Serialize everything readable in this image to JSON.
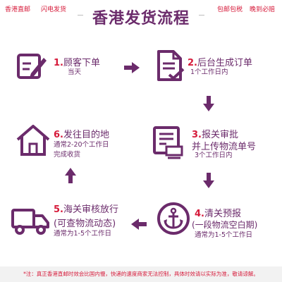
{
  "header": {
    "left_tags": [
      "香港直邮",
      "闪电发货"
    ],
    "right_tags": [
      "包邮包税",
      "晚到必赔"
    ],
    "title": "香港发货流程"
  },
  "steps": [
    {
      "num": "1.",
      "title": "顾客下单",
      "sub": [
        "当天"
      ],
      "icon": "edit-icon"
    },
    {
      "num": "2.",
      "title": "后台生成订单",
      "sub": [
        "1个工作日内"
      ],
      "icon": "document-icon"
    },
    {
      "num": "3.",
      "title": "报关审批",
      "title2": "并上传物流单号",
      "sub": [
        "3个工作日内"
      ],
      "icon": "certificate-icon"
    },
    {
      "num": "4.",
      "title": "清关预报",
      "title2": "(一段物流空白期)",
      "sub": [
        "通常为1-5个工作日"
      ],
      "icon": "anchor-icon"
    },
    {
      "num": "5.",
      "title": "海关审核放行",
      "title2": "(可查物流动态)",
      "sub": [
        "通常为1-5个工作日"
      ],
      "icon": "truck-icon"
    },
    {
      "num": "6.",
      "title": "发往目的地",
      "sub": [
        "通常2-20个工作日",
        "完成收货"
      ],
      "icon": "house-icon"
    }
  ],
  "footer": {
    "note": "*注：真正香港直邮时效会比国内慢，快递的速度商家无法控制，具体时效请以实际为准，敬请谅解。"
  },
  "colors": {
    "primary": "#6b2b6b",
    "accent": "#d61a3a",
    "footer_bg": "#f2f2f2"
  }
}
